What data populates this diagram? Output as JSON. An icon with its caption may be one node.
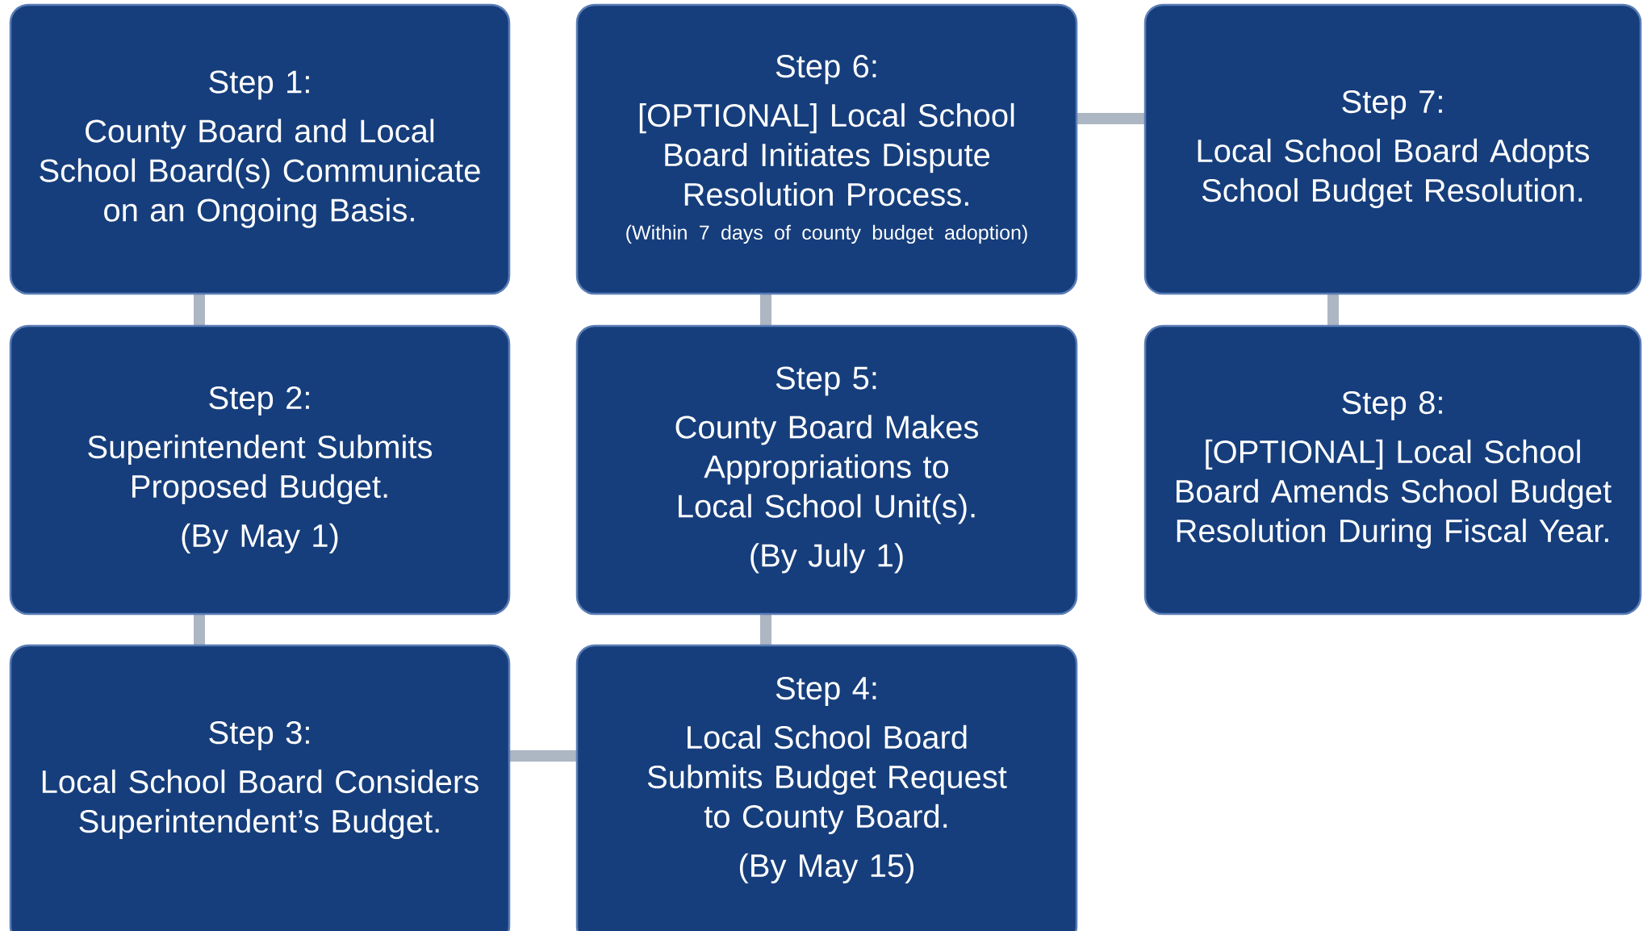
{
  "diagram": {
    "nodes": [
      {
        "text": [
          "Step 1:",
          "County Board and Local School Board(s) Communicate on an Ongoing Basis."
        ]
      },
      {
        "text": [
          "Step 2:",
          "Superintendent Submits Proposed Budget.",
          "(By May 1)"
        ]
      },
      {
        "text": [
          "Step 3:",
          "Local School Board Considers Superintendent’s Budget."
        ]
      },
      {
        "text": [
          "Step 4:",
          "Local School Board Submits Budget Request to County Board.",
          "(By May 15)"
        ]
      },
      {
        "text": [
          "Step 5:",
          "County Board Makes Appropriations to Local School Unit(s).",
          "(By July 1)"
        ]
      },
      {
        "text": [
          "Step 6:",
          "[OPTIONAL] Local School Board Initiates Dispute Resolution Process.",
          "(Within 7 days of county budget adoption)"
        ]
      },
      {
        "text": [
          "Step 7:",
          "Local School Board Adopts School Budget Resolution."
        ]
      },
      {
        "text": [
          "Step 8:",
          "[OPTIONAL] Local School Board Amends School Budget Resolution During Fiscal Year."
        ]
      }
    ],
    "edges": [
      {
        "from": 0,
        "to": 1,
        "arrow": "none"
      },
      {
        "from": 1,
        "to": 2,
        "arrow": "none"
      },
      {
        "from": 2,
        "to": 3,
        "arrow": "none"
      },
      {
        "from": 3,
        "to": 4,
        "arrow": "none"
      },
      {
        "from": 4,
        "to": 5,
        "arrow": "none"
      },
      {
        "from": 5,
        "to": 6,
        "arrow": "none"
      },
      {
        "from": 6,
        "to": 7,
        "arrow": "none"
      }
    ]
  }
}
